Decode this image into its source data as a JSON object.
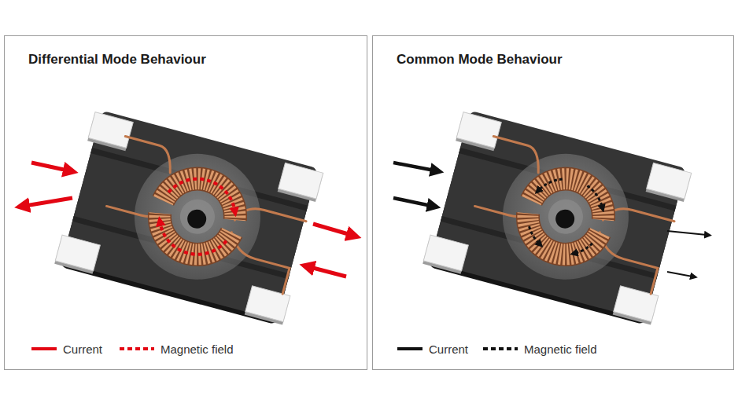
{
  "diagram": {
    "nodes": [
      {
        "text": [
          "Differential Mode Behaviour"
        ]
      },
      {
        "text": [
          "Common Mode Behaviour"
        ]
      }
    ],
    "legend": [
      {
        "text": "Current"
      },
      {
        "text": "Magnetic field"
      },
      {
        "text": "Current"
      },
      {
        "text": "Magnetic field"
      }
    ]
  }
}
